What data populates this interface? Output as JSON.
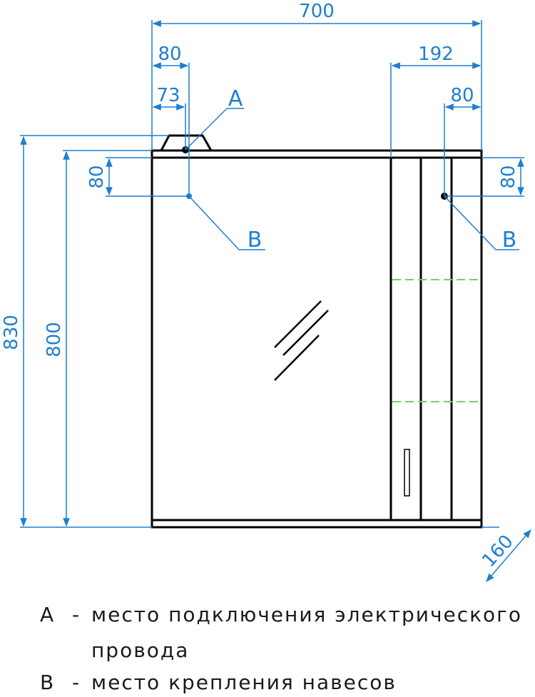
{
  "dimensions": {
    "total_width": "700",
    "left_offset_top": "80",
    "left_offset_bottom": "73",
    "right_cabinet_width": "192",
    "right_offset": "80",
    "total_height": "830",
    "body_height": "800",
    "left_vertical": "80",
    "right_vertical": "80",
    "depth": "160"
  },
  "markers": {
    "a": "A",
    "b_left": "B",
    "b_right": "B"
  },
  "legend": {
    "a_letter": "A",
    "a_dash": "-",
    "a_text_line1": "место подключения электрического",
    "a_text_line2": "провода",
    "b_letter": "B",
    "b_dash": "-",
    "b_text": "место крепления навесов"
  },
  "colors": {
    "dimension": "#1d7fd0",
    "outline": "#000000",
    "shelf": "#7bc96f"
  }
}
